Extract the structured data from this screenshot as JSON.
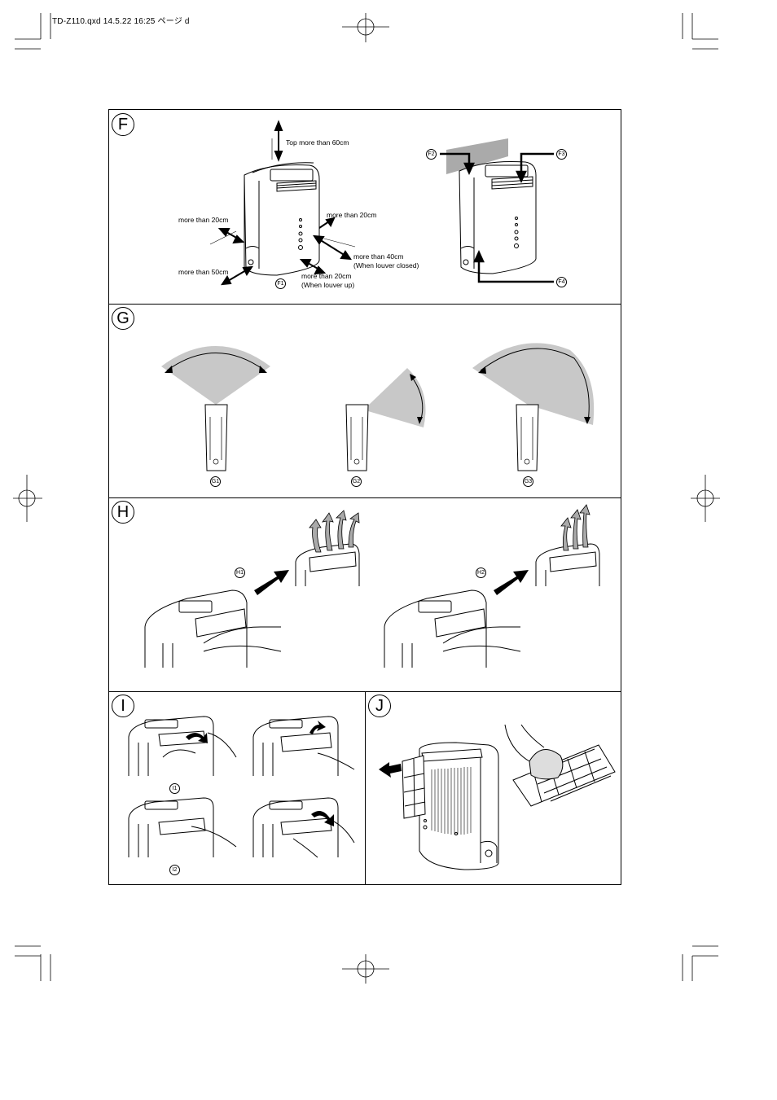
{
  "header": {
    "file_info": "TD-Z110.qxd  14.5.22 16:25  ページ d"
  },
  "sections": {
    "F": {
      "label": "F",
      "notes": {
        "top": "Top more than 60cm",
        "left_side": "more than 20cm",
        "right_side": "more than 20cm",
        "back_left": "more than 50cm",
        "front_right": "more than 40cm",
        "front_right_sub": "(When louver closed)",
        "front": "more than 20cm",
        "front_sub": "(When louver up)"
      },
      "tags": {
        "f1": "F1",
        "f2": "F2",
        "f3": "F3",
        "f4": "F4"
      }
    },
    "G": {
      "label": "G",
      "tags": {
        "g1": "G1",
        "g2": "G2",
        "g3": "G3"
      }
    },
    "H": {
      "label": "H",
      "tags": {
        "h1": "H1",
        "h2": "H2"
      }
    },
    "I": {
      "label": "I",
      "tags": {
        "i1": "I1",
        "i2": "I2"
      }
    },
    "J": {
      "label": "J"
    }
  }
}
